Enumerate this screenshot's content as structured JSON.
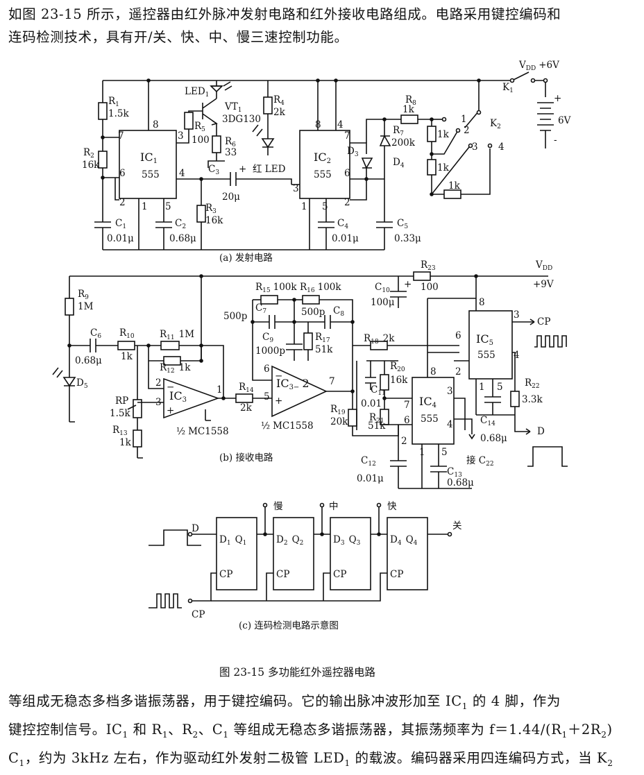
{
  "text": {
    "intro_1": "如图 23-15 所示，遥控器由红外脉冲发射电路和红外接收电路组成。电路采用键控编码和",
    "intro_2": "连码检测技术，具有开/关、快、中、慢三速控制功能。",
    "body_1": "等组成无稳态多档多谐振荡器，用于键控编码。它的输出脉冲波形加至 IC",
    "body_1_sub": "1",
    "body_1_end": " 的 4 脚，作为",
    "body_2": "键控控制信号。IC",
    "body_2a": " 和 R",
    "body_2b": "、R",
    "body_2c": "、C",
    "body_2d": " 等组成无稳态多谐振荡器，其振荡频率为 f＝1.44/(R",
    "body_2e": "＋2R",
    "body_2f": ")",
    "body_3": "C",
    "body_3a": "，约为 3kHz 左右，作为驱动红外发射二极管 LED",
    "body_3b": " 的载波。编码器采用四连编码方式，当 K",
    "sub1": "1",
    "sub2": "2"
  },
  "captions": {
    "a": "(a)  发射电路",
    "b": "(b)  接收电路",
    "c": "(c)  连码检测电路示意图",
    "figure": "图 23-15    多功能红外遥控器电路"
  },
  "labels_a": {
    "vdd": "V",
    "vdd_sub": "DD",
    "vdd_val": "+6V",
    "k1": "K",
    "k2": "K",
    "batt": "6V",
    "plus": "+",
    "minus": "-",
    "r1": "R",
    "r1v": "1.5k",
    "r2": "R",
    "r2v": "16k",
    "led1": "LED",
    "vt1": "VT",
    "vt1v": "3DG130",
    "r5": "R",
    "r5v": "100",
    "r6": "R",
    "r6v": "33",
    "r4": "R",
    "r4v": "2k",
    "ic1": "IC",
    "ic1v": "555",
    "ic2": "IC",
    "ic2v": "555",
    "c3": "C",
    "c3v": "20μ",
    "hongled": "红 LED",
    "r3": "R",
    "r3v": "16k",
    "c1": "C",
    "c1v": "0.01μ",
    "c2": "C",
    "c2v": "0.68μ",
    "c4": "C",
    "c4v": "0.01μ",
    "c5": "C",
    "c5v": "0.33μ",
    "r8": "R",
    "r8v": "1k",
    "r7": "R",
    "r7v": "200k",
    "d3": "D",
    "d4": "D",
    "k1v": "1k",
    "k2v": "1k",
    "k3v": "1k",
    "pos": [
      "1",
      "2",
      "3",
      "4"
    ],
    "p8": "8",
    "p7": "7",
    "p6": "6",
    "p2": "2",
    "p1": "1",
    "p5": "5",
    "p3": "3",
    "p4": "4"
  },
  "labels_b": {
    "vdd": "V",
    "vdd_sub": "DD",
    "vdd_val": "+9V",
    "r9": "R",
    "r9v": "1M",
    "d5": "D",
    "c6": "C",
    "c6v": "0.68μ",
    "r10": "R",
    "r10v": "1k",
    "r11": "R",
    "r11v": "1M",
    "r12": "R",
    "r12v": "1k",
    "rp": "RP",
    "rpv": "1.5k",
    "r13": "R",
    "r13v": "1k",
    "ic3": "IC",
    "mc": "MC1558",
    "half": "½",
    "r14": "R",
    "r14v": "2k",
    "r15": "R",
    "r15v": "100k",
    "r16": "R",
    "r16v": "100k",
    "c7": "C",
    "c8": "C",
    "p500a": "500p",
    "p500b": "500p",
    "c9": "C",
    "c9v": "1000p",
    "r17": "R",
    "r17v": "51k",
    "ic32": "IC",
    "r18": "R",
    "r18v": "2k",
    "r19": "R",
    "r19v": "20k",
    "c10": "C",
    "c10v": "100μ",
    "r23": "R",
    "r23v": "100",
    "c11": "C",
    "c11v": "0.01",
    "r20": "R",
    "r20v": "16k",
    "r21": "R",
    "r21v": "51k",
    "ic4": "IC",
    "ic4v": "555",
    "ic5": "IC",
    "ic5v": "555",
    "r22": "R",
    "r22v": "3.3k",
    "c12": "C",
    "c12v": "0.01μ",
    "c13": "C",
    "c13v": "0.68μ",
    "c14": "C",
    "c14v": "0.68μ",
    "jie": "接 C",
    "cp": "CP",
    "d": "D"
  },
  "labels_c": {
    "d": "D",
    "cp": "CP",
    "man": "慢",
    "zhong": "中",
    "kuai": "快",
    "guan": "关",
    "ffs": [
      {
        "d": "D",
        "q": "Q",
        "n": "1"
      },
      {
        "d": "D",
        "q": "Q",
        "n": "2"
      },
      {
        "d": "D",
        "q": "Q",
        "n": "3"
      },
      {
        "d": "D",
        "q": "Q",
        "n": "4"
      }
    ],
    "ffcp": "CP"
  }
}
